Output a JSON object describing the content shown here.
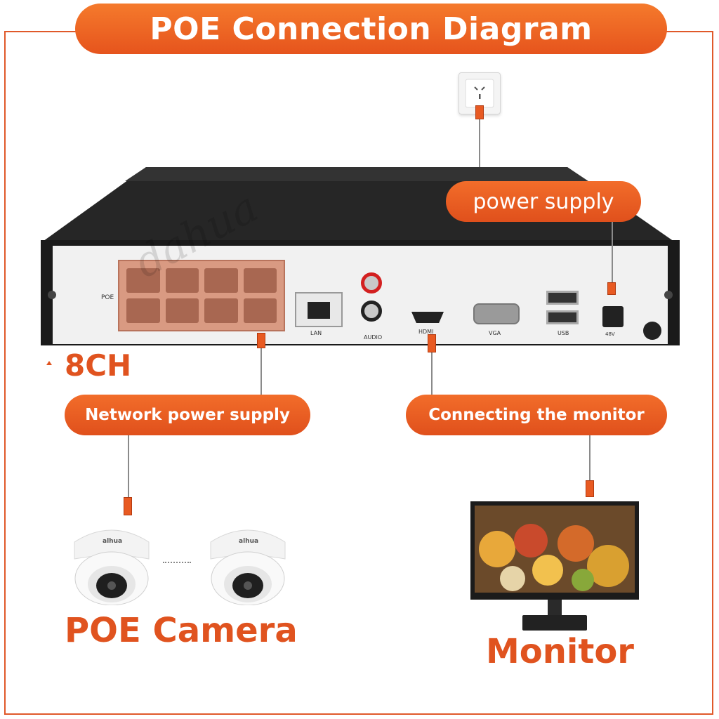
{
  "title": "POE Connection Diagram",
  "labels": {
    "power_supply": "power supply",
    "network_power_supply": "Network power supply",
    "connecting_monitor": "Connecting the monitor",
    "channels": "8CH",
    "poe_camera": "POE Camera",
    "monitor": "Monitor"
  },
  "nvr_port_labels": {
    "poe": "POE",
    "lan": "LAN",
    "audio": "AUDIO",
    "hdmi": "HDMI",
    "vga": "VGA",
    "usb": "USB",
    "dc": "48V"
  },
  "brand": {
    "camera_logo": "alhua",
    "watermark": "dahua"
  },
  "colors": {
    "accent": "#e0531f",
    "pill": "#f26d2a",
    "nvr_body": "#1c1c1c",
    "nvr_face": "#f2f2f2",
    "poe_block": "#d99a82",
    "connector_line": "#8a8a8a"
  },
  "icons": {
    "wall_outlet": "power-outlet-icon",
    "camera": "dome-camera-icon",
    "monitor": "monitor-icon"
  }
}
